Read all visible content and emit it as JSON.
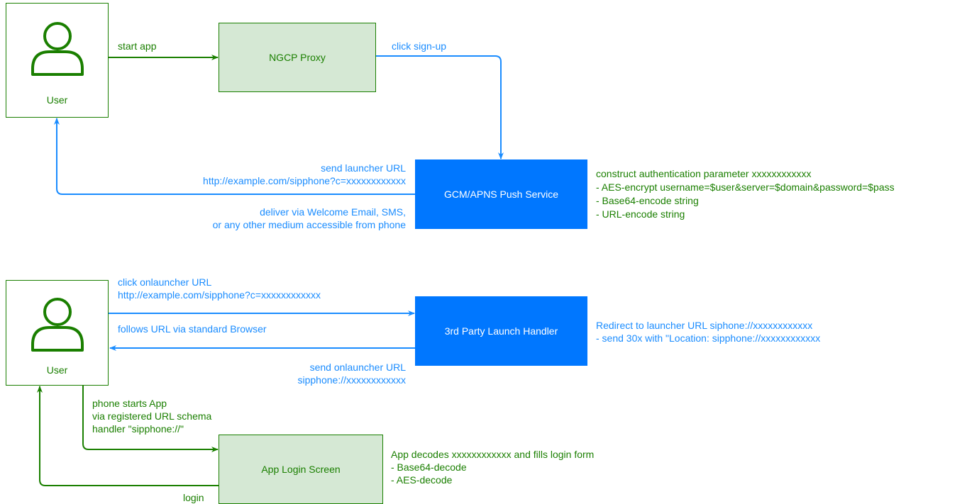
{
  "colors": {
    "green": "#1a7f00",
    "green_fill": "#d5e8d4",
    "blue": "#1a8cff",
    "blue_fill": "#0077ff"
  },
  "nodes": {
    "user_top": {
      "label": "User",
      "icon": "user-icon"
    },
    "ngcp_proxy": {
      "label": "NGCP Proxy"
    },
    "push_service": {
      "label": "GCM/APNS Push Service"
    },
    "user_bottom": {
      "label": "User",
      "icon": "user-icon"
    },
    "launch_handler": {
      "label": "3rd Party Launch Handler"
    },
    "app_login": {
      "label": "App Login Screen"
    }
  },
  "edges": {
    "start_app": "start app",
    "click_signup": "click sign-up",
    "send_launcher": {
      "line1": "send launcher URL",
      "line2": "http://example.com/sipphone?c=xxxxxxxxxxxx"
    },
    "deliver": {
      "line1": "deliver via Welcome Email, SMS,",
      "line2": "or any other medium accessible from phone"
    },
    "click_onlauncher": {
      "line1": "click onlauncher URL",
      "line2": "http://example.com/sipphone?c=xxxxxxxxxxxx"
    },
    "follows_url": "follows URL via standard Browser",
    "send_onlauncher": {
      "line1": "send onlauncher URL",
      "line2": "sipphone://xxxxxxxxxxxx"
    },
    "phone_starts": {
      "line1": "phone starts App",
      "line2": "via registered URL schema",
      "line3": "handler \"sipphone://\""
    },
    "login": "login"
  },
  "notes": {
    "construct": {
      "line1": "construct authentication parameter xxxxxxxxxxxx",
      "line2": "- AES-encrypt username=$user&server=$domain&password=$pass",
      "line3": "- Base64-encode string",
      "line4": "- URL-encode string"
    },
    "redirect": {
      "line1": "Redirect to launcher URL siphone://xxxxxxxxxxxx",
      "line2": "- send 30x with \"Location: sipphone://xxxxxxxxxxxx"
    },
    "app_decodes": {
      "line1": "App decodes xxxxxxxxxxxx and fills login form",
      "line2": "- Base64-decode",
      "line3": "- AES-decode"
    }
  }
}
